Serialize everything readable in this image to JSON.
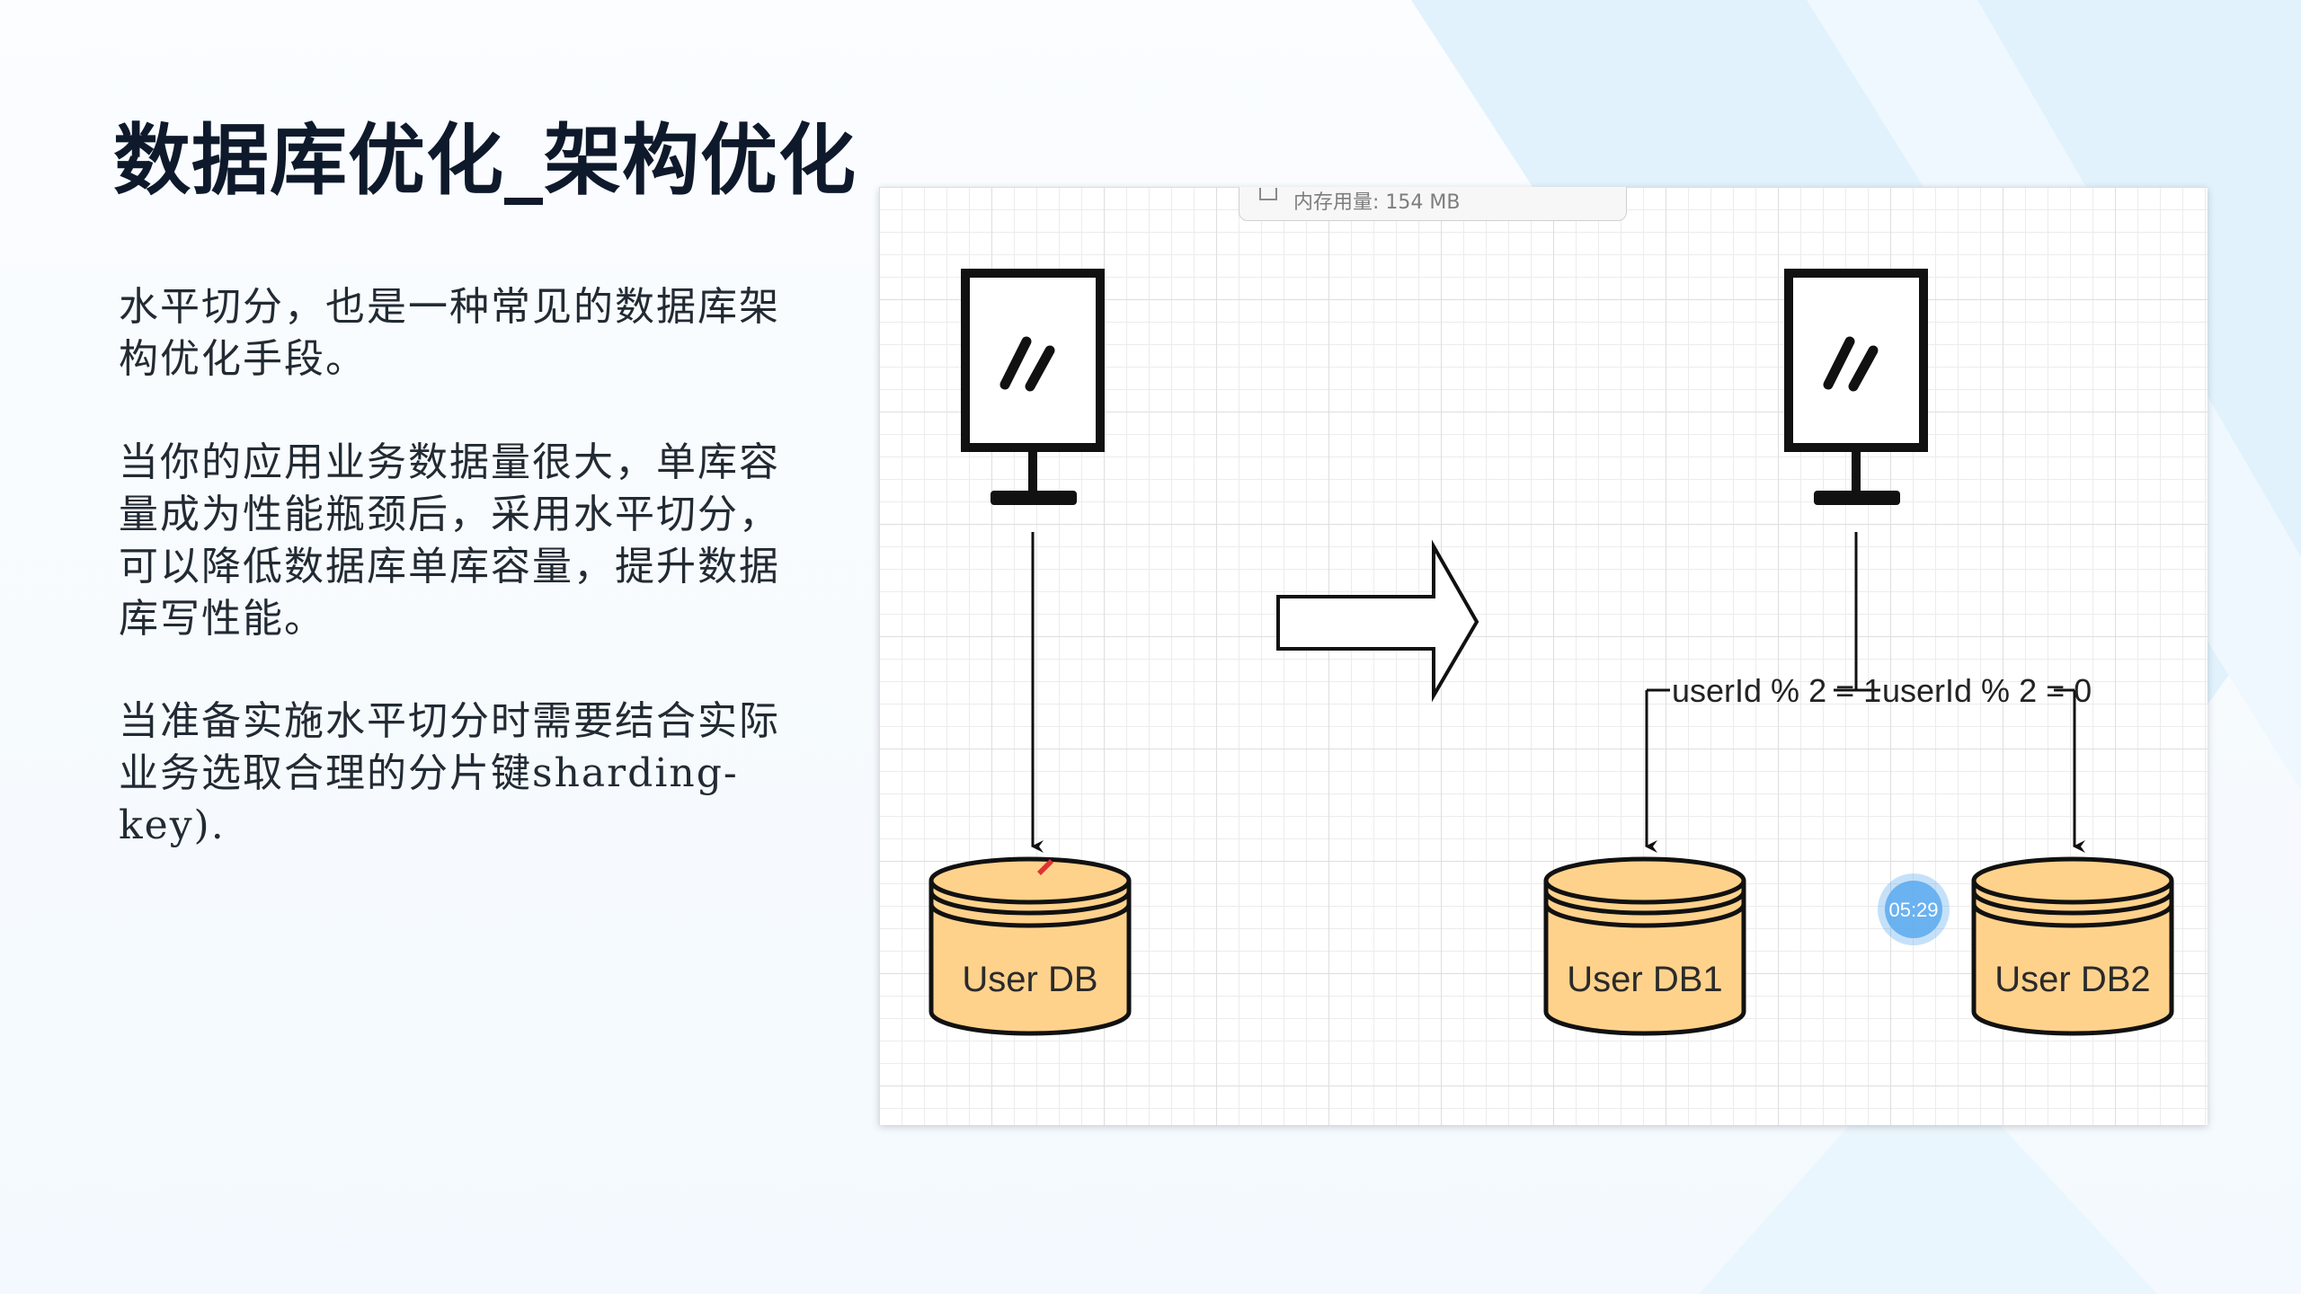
{
  "slide": {
    "title": "数据库优化_架构优化",
    "paragraphs": [
      "水平切分，也是一种常见的数据库架构优化手段。",
      "当你的应用业务数据量很大，单库容量成为性能瓶颈后，采用水平切分，可以降低数据库单库容量，提升数据库写性能。",
      "当准备实施水平切分时需要结合实际业务选取合理的分片键sharding-key)."
    ]
  },
  "diagram": {
    "toolbar_text": "内存用量: 154 MB",
    "db_single": "User DB",
    "db_shard1": "User DB1",
    "db_shard2": "User DB2",
    "edge_left": "userId % 2 = 1",
    "edge_right": "userId % 2 = 0",
    "timer": "05:29"
  },
  "colors": {
    "accent_bg": "#dff1fc",
    "db_fill": "#ffd28c",
    "stroke": "#111111",
    "timer_badge": "#5aa9ee"
  }
}
